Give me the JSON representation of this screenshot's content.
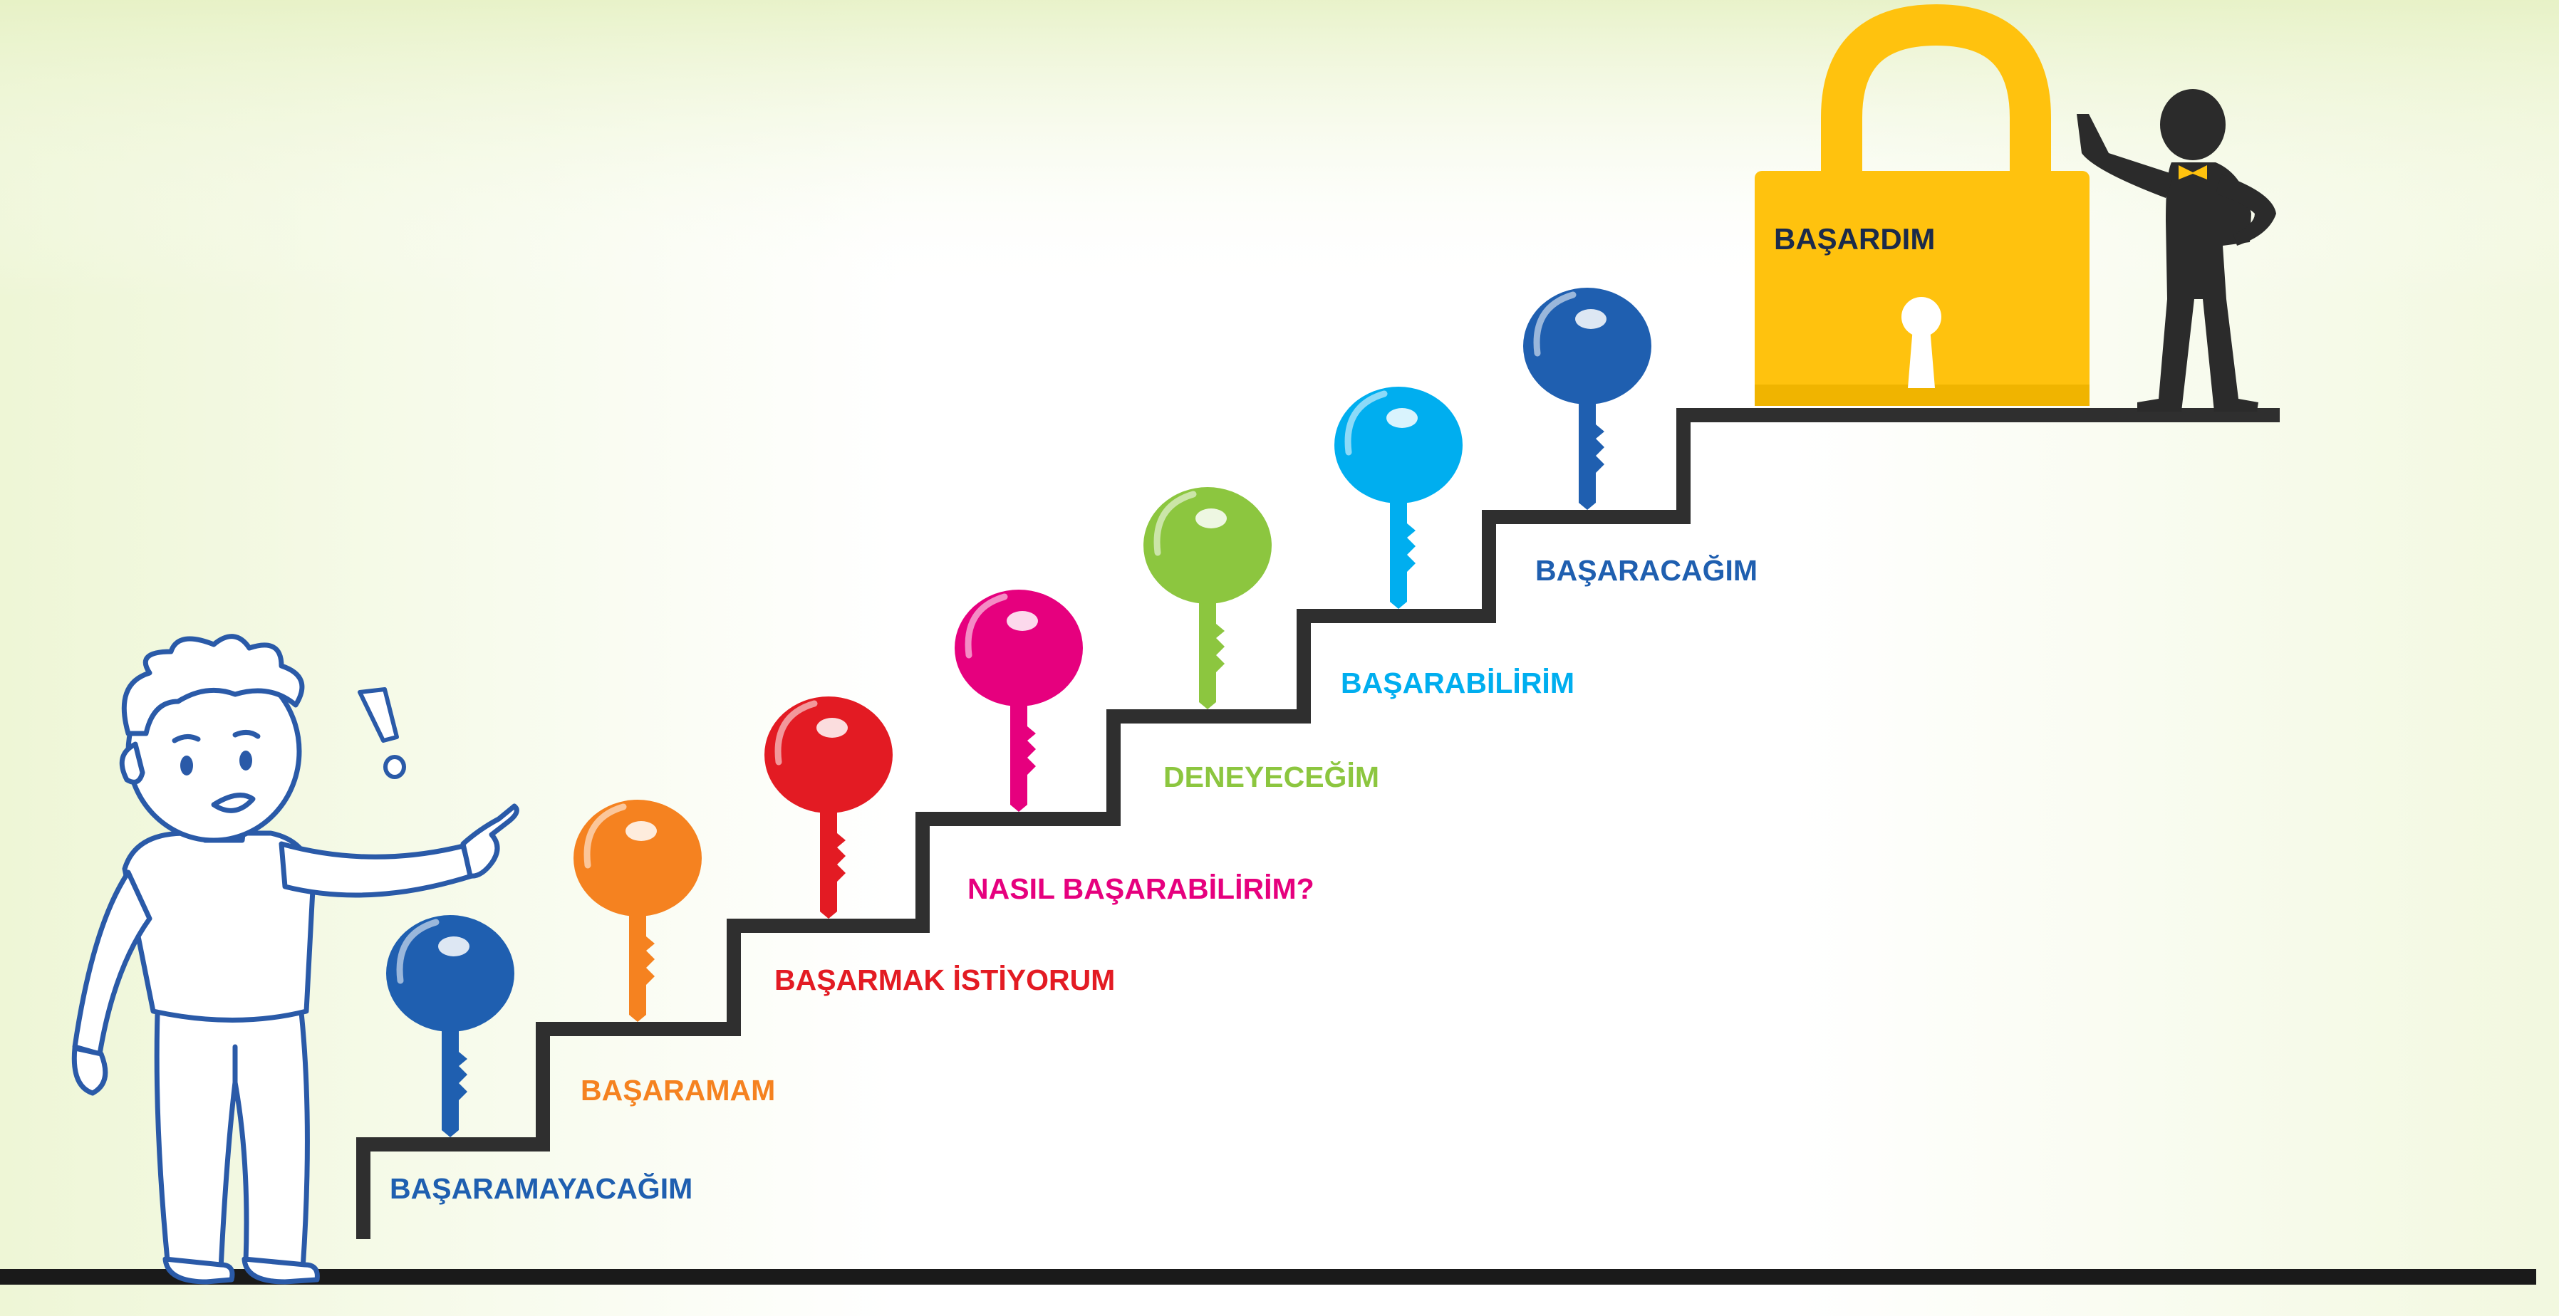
{
  "steps": [
    {
      "label": "BAŞARAMAYACAĞIM",
      "color": "#1f5fb0"
    },
    {
      "label": "BAŞARAMAM",
      "color": "#f58220"
    },
    {
      "label": "BAŞARMAK İSTİYORUM",
      "color": "#e31b23"
    },
    {
      "label": "NASIL BAŞARABİLİRİM?",
      "color": "#e6007e"
    },
    {
      "label": "DENEYECEĞİM",
      "color": "#8cc63f"
    },
    {
      "label": "BAŞARABİLİRİM",
      "color": "#00aeef"
    },
    {
      "label": "BAŞARACAĞIM",
      "color": "#1f5fb0"
    }
  ],
  "lock": {
    "label": "BAŞARDIM",
    "color": "#ffc20e",
    "label_color": "#1b2a4a"
  },
  "exclamation_icon": "exclamation-mark",
  "colors": {
    "stairs": "#2f2f2f",
    "ground": "#1a1a1a",
    "boy_outline": "#2a5aa8",
    "figure": "#2b2b2b",
    "bowtie": "#ffc20e"
  }
}
